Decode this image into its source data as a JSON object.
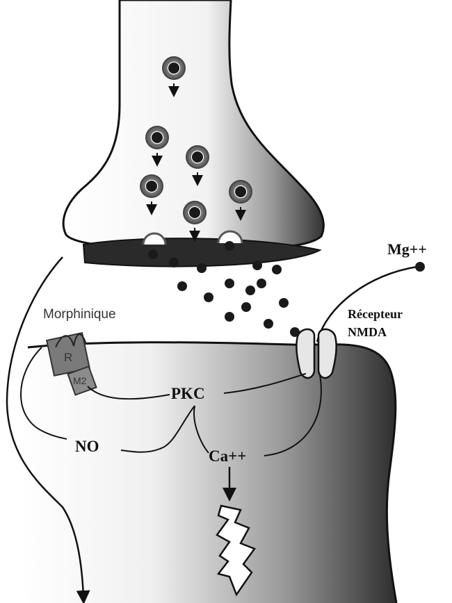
{
  "labels": {
    "mg": "Mg++",
    "receptor_line1": "Récepteur",
    "receptor_line2": "NMDA",
    "morphinique": "Morphinique",
    "r": "R",
    "m2": "M2",
    "pkc": "PKC",
    "no": "NO",
    "ca": "Ca++"
  },
  "icons": {
    "vesicle": "vesicle-icon",
    "neurotransmitter": "neurotransmitter-dot-icon",
    "nmda_channel": "nmda-channel-icon",
    "signal": "lightning-bolt-icon"
  },
  "colors": {
    "ink": "#111111",
    "dark_fill": "#2a2a2a",
    "mid_gray": "#8c8c8c",
    "receptor_fill": "#7a7a7a"
  }
}
